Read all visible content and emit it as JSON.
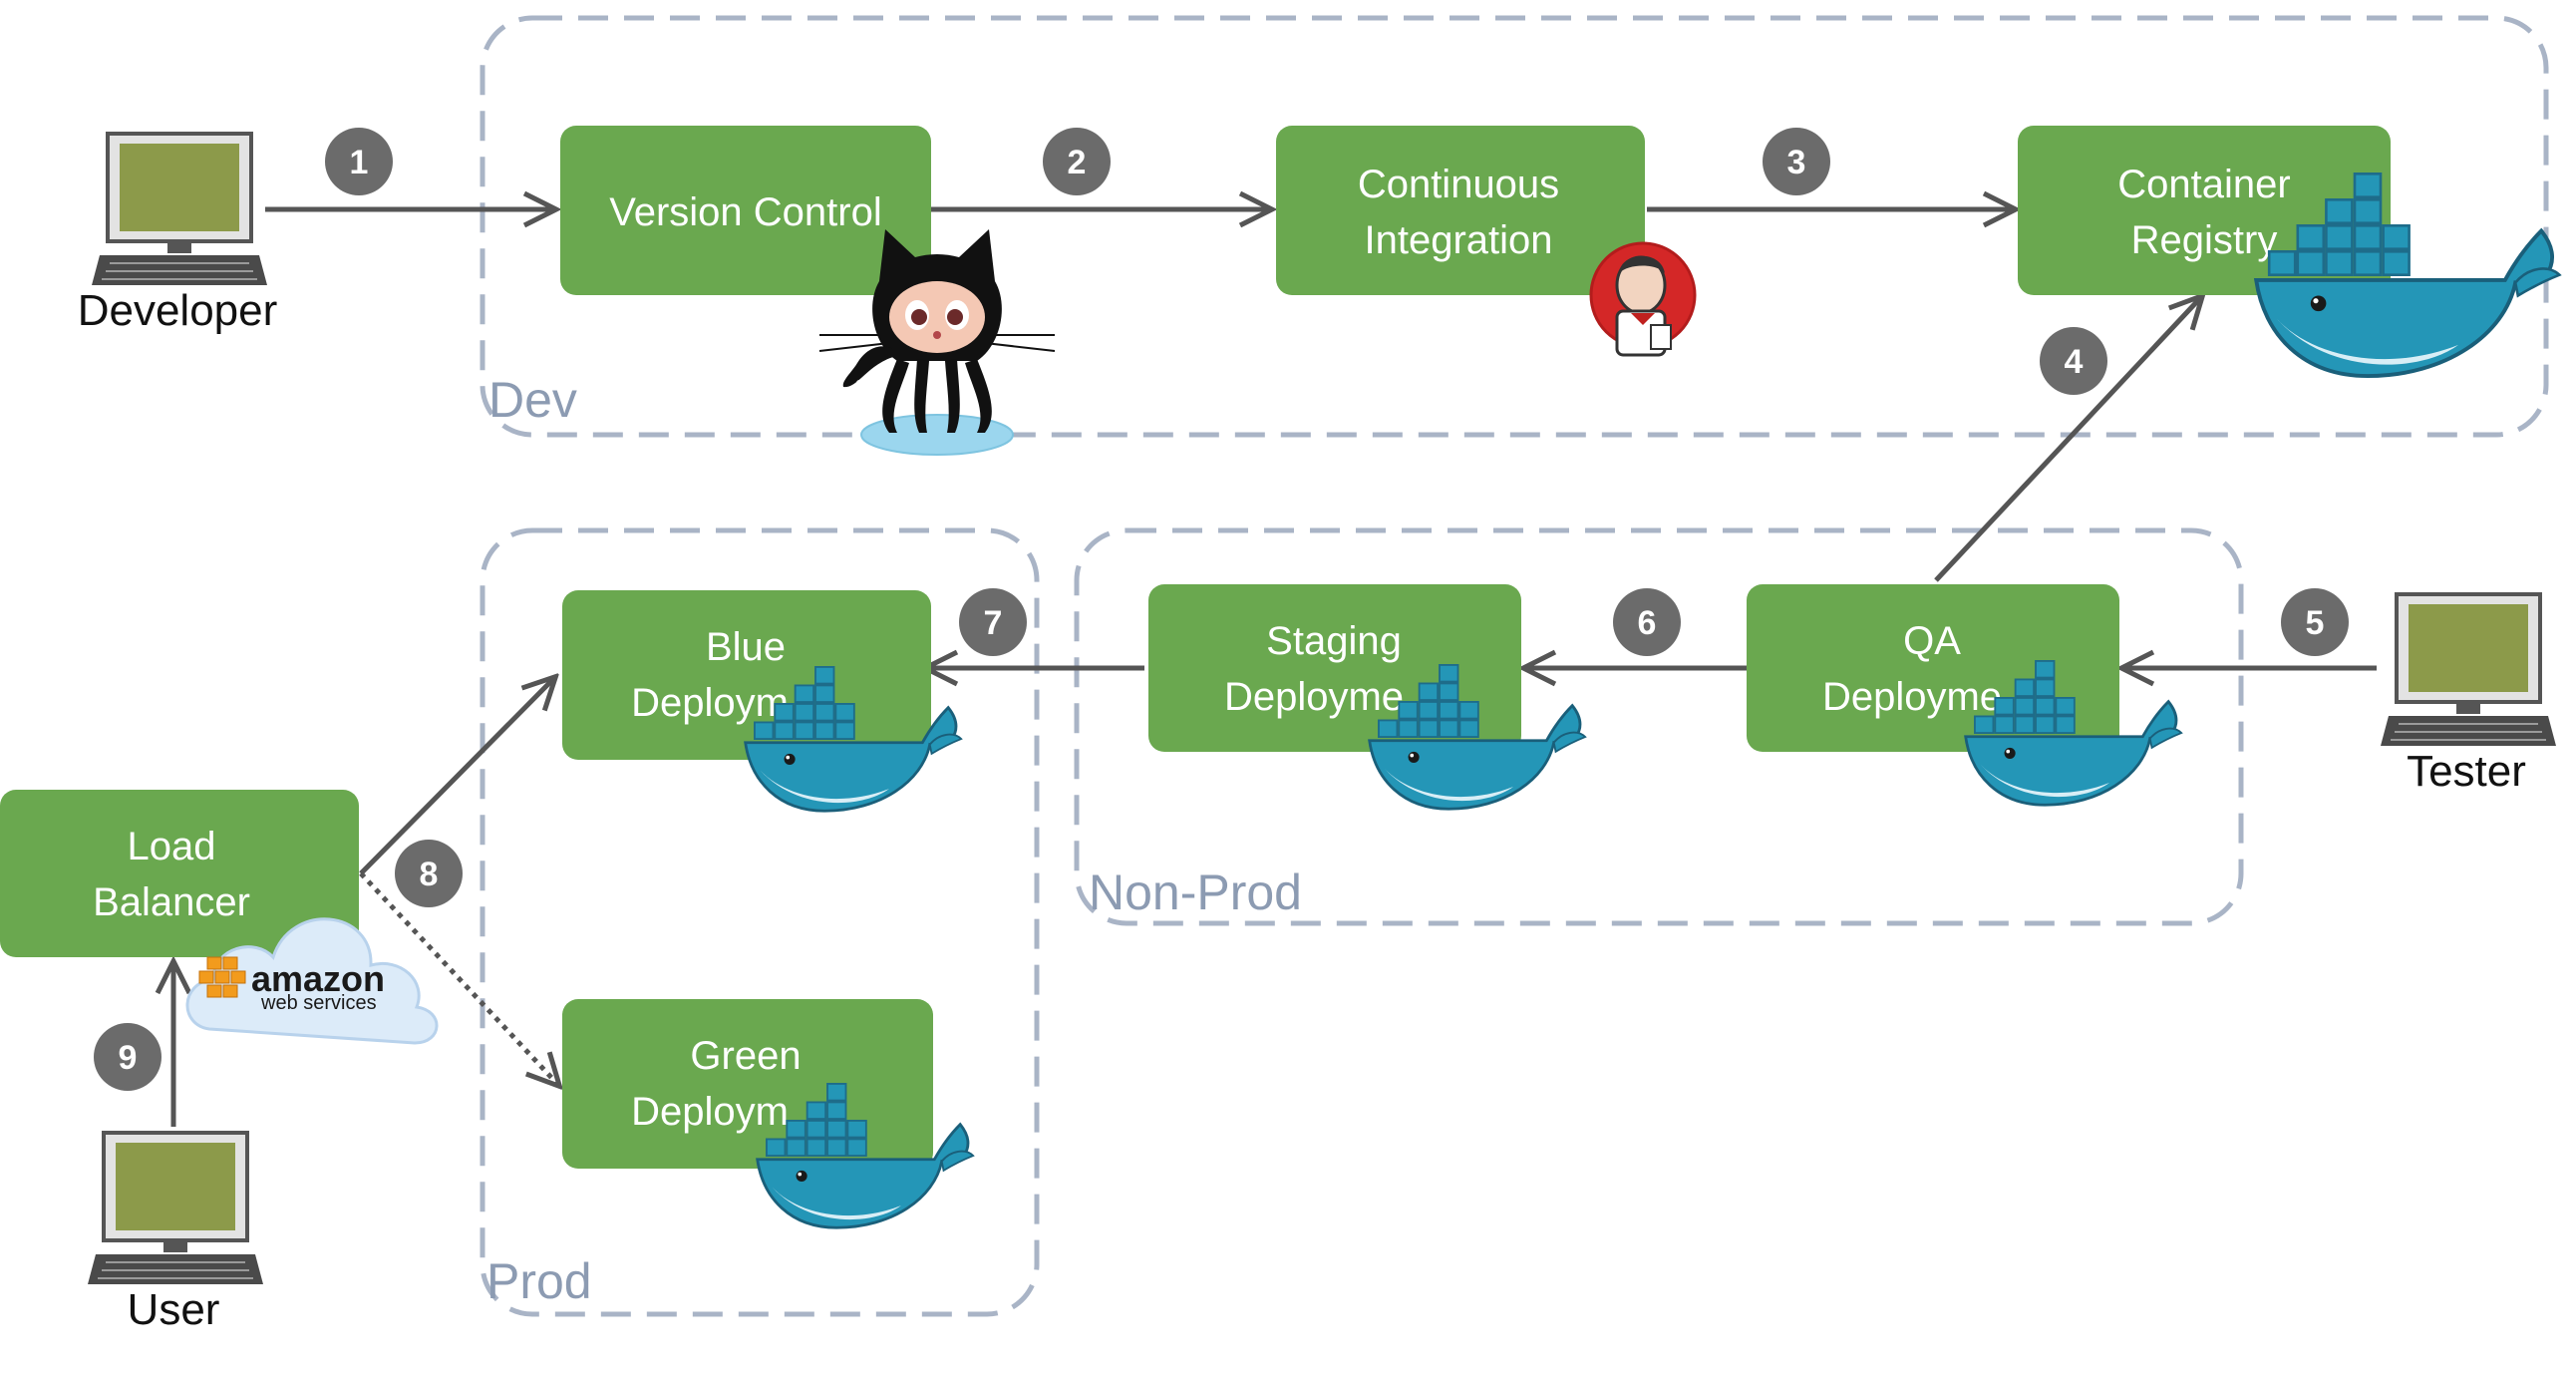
{
  "zones": {
    "dev": "Dev",
    "non_prod": "Non-Prod",
    "prod": "Prod"
  },
  "boxes": {
    "version_control": [
      "Version Control"
    ],
    "continuous_integration": [
      "Continuous",
      "Integration"
    ],
    "container_registry": [
      "Container",
      "Registry"
    ],
    "qa_deployment": [
      "QA",
      "Deployme"
    ],
    "staging_deployment": [
      "Staging",
      "Deployme"
    ],
    "blue_deployment": [
      "Blue",
      "Deploym"
    ],
    "green_deployment": [
      "Green",
      "Deploym"
    ],
    "load_balancer": [
      "Load",
      "Balancer"
    ]
  },
  "actors": {
    "developer": "Developer",
    "tester": "Tester",
    "user": "User"
  },
  "steps": [
    "1",
    "2",
    "3",
    "4",
    "5",
    "6",
    "7",
    "8",
    "9"
  ],
  "aws_logo": {
    "line1": "amazon",
    "line2": "web services"
  },
  "icons": [
    "computer-icon",
    "github-octocat-icon",
    "jenkins-icon",
    "docker-whale-icon",
    "aws-cloud-icon"
  ],
  "colors": {
    "box_green": "#6aa84f",
    "zone_border": "#a9b4c6",
    "badge": "#6b6b6b",
    "arrow": "#555555",
    "docker_blue": "#2496b7"
  }
}
